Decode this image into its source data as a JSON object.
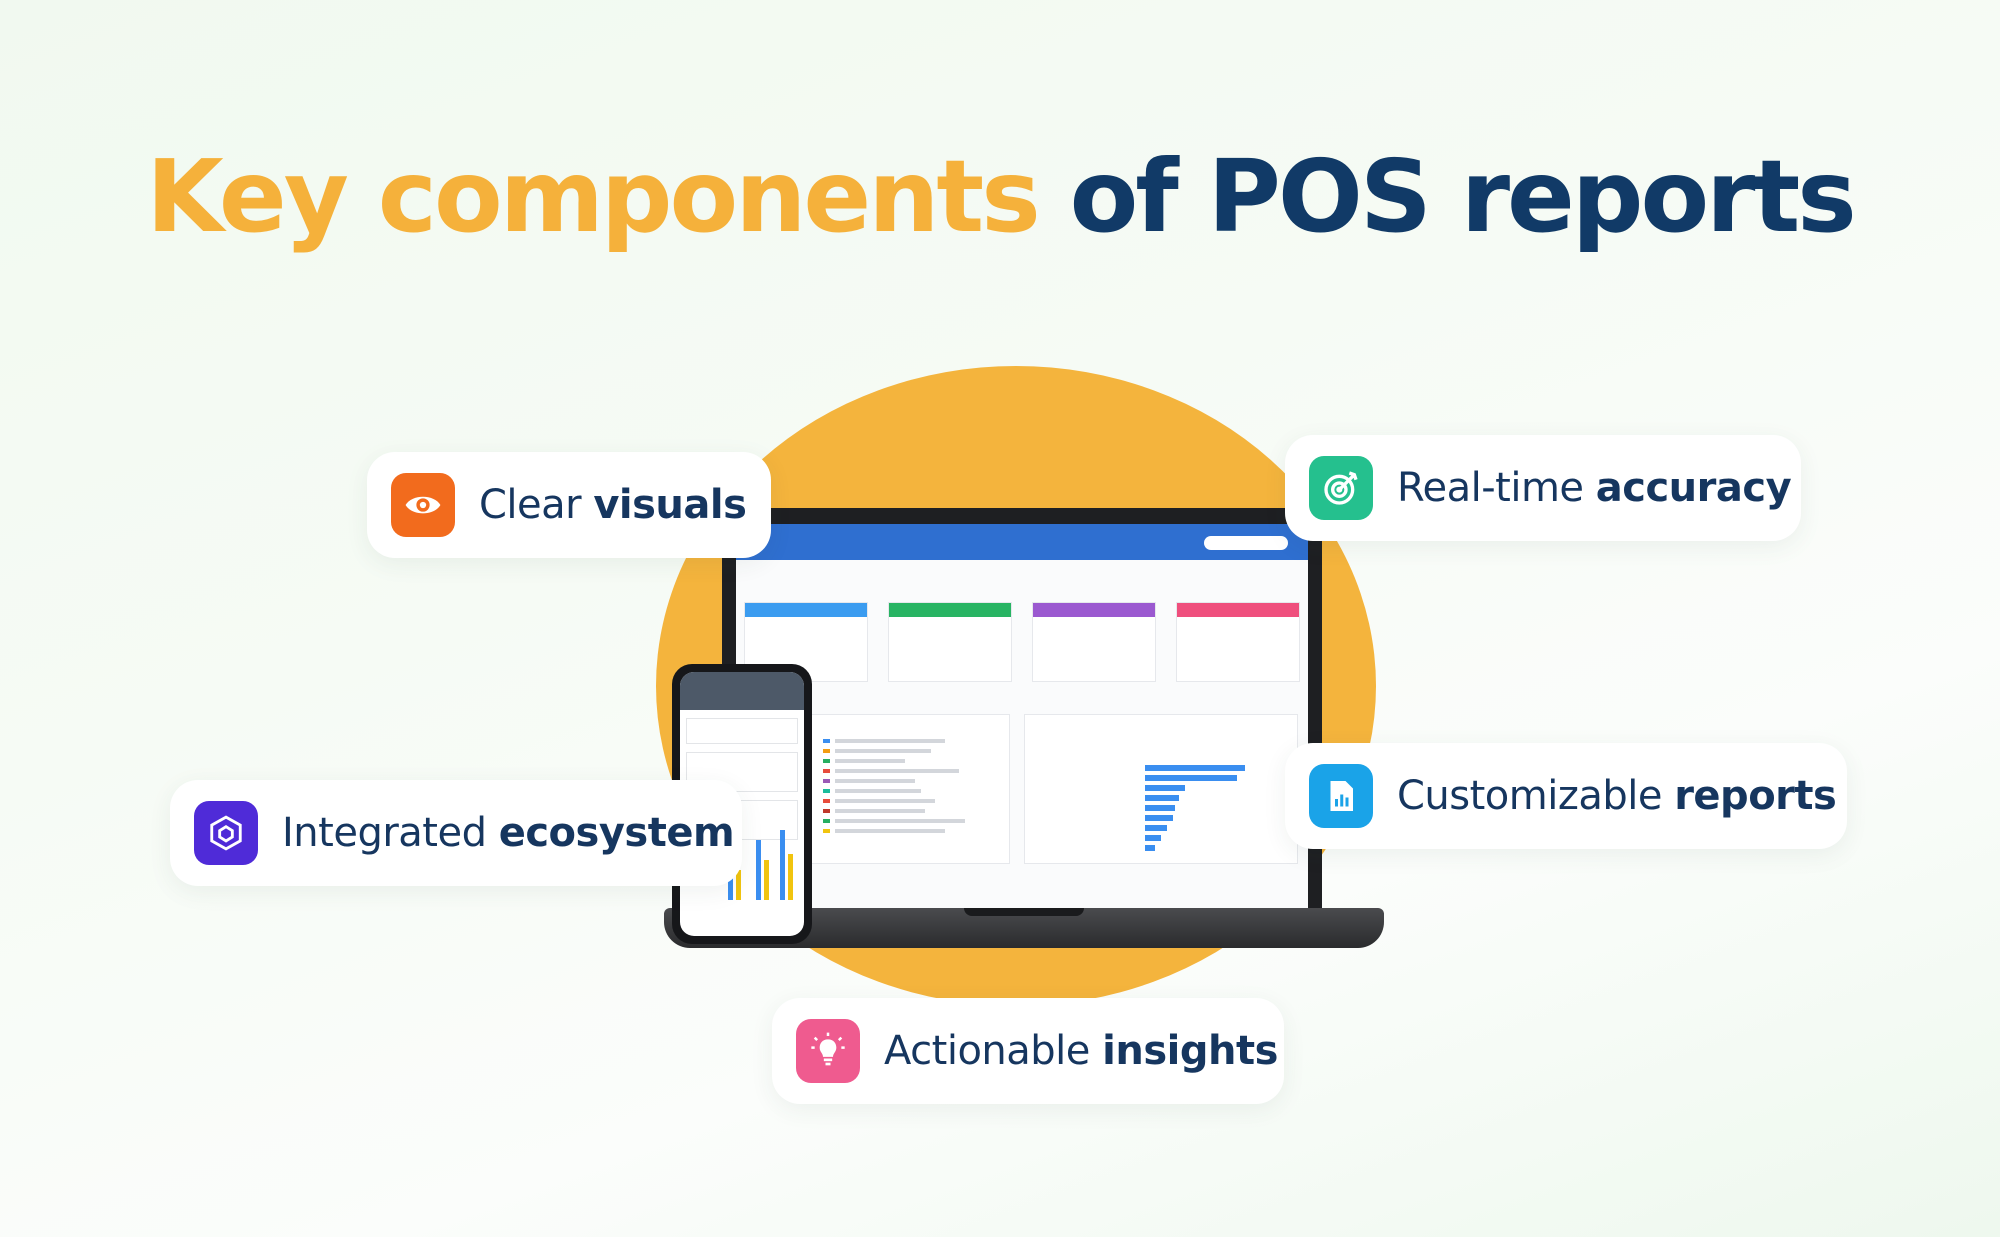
{
  "title": {
    "part1": "Key components",
    "part2": "of POS reports"
  },
  "colors": {
    "accent_orange": "#f5b13b",
    "navy": "#113a67",
    "clear_visuals_icon": "#f26b1d",
    "real_time_icon": "#25c08e",
    "customizable_icon": "#1aa3e8",
    "integrated_icon": "#4f2bd8",
    "actionable_icon": "#ef5b8f"
  },
  "features": [
    {
      "label": "Clear",
      "bold": "visuals",
      "icon": "eye-icon"
    },
    {
      "label": "Real-time",
      "bold": "accuracy",
      "icon": "target-icon"
    },
    {
      "label": "Customizable",
      "bold": "reports",
      "icon": "report-icon"
    },
    {
      "label": "Integrated",
      "bold": "ecosystem",
      "icon": "cube-icon"
    },
    {
      "label": "Actionable",
      "bold": "insights",
      "icon": "lightbulb-icon"
    }
  ]
}
